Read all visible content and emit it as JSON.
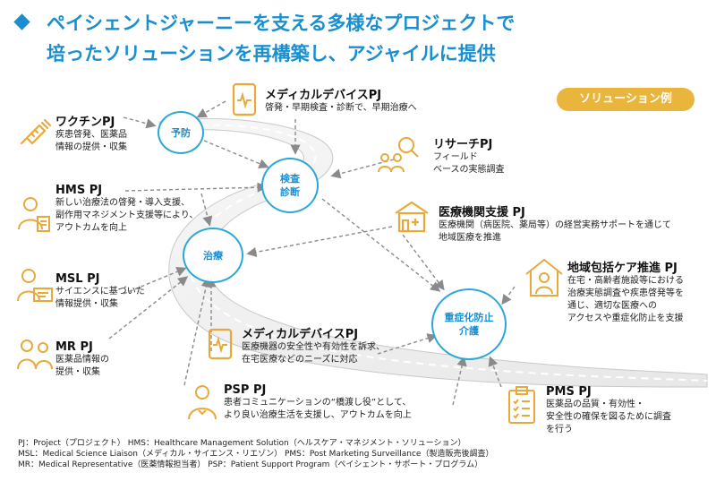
{
  "title": {
    "line1": "ペイシェントジャーニーを支える多様なプロジェクトで",
    "line2": "培ったソリューションを再構築し、アジャイルに提供"
  },
  "badge": "ソリューション例",
  "nodes": {
    "prevention": "予防",
    "exam": [
      "検査",
      "診断"
    ],
    "treatment": "治療",
    "severe": [
      "重症化防止",
      "介護"
    ]
  },
  "projects": {
    "vaccine": {
      "title": "ワクチンPJ",
      "desc": [
        "疾患啓発、医薬品",
        "情報の提供・収集"
      ]
    },
    "device1": {
      "title": "メディカルデバイスPJ",
      "desc": [
        "啓発・早期検査・診断で、早期治療へ"
      ]
    },
    "research": {
      "title": "リサーチPJ",
      "desc": [
        "フィールド",
        "ベースの実態調査"
      ]
    },
    "hms": {
      "title": "HMS PJ",
      "desc": [
        "新しい治療法の啓発・導入支援、",
        "副作用マネジメント支援等により、",
        "アウトカムを向上"
      ]
    },
    "hospital": {
      "title": "医療機関支援 PJ",
      "desc": [
        "医療機関（病医院、薬局等）の経営実務サポートを通じて",
        "地域医療を推進"
      ]
    },
    "community": {
      "title": "地域包括ケア推進 PJ",
      "desc": [
        "在宅・高齢者施設等における",
        "治療実態調査や疾患啓発等を",
        "通じ、適切な医療への",
        "アクセスや重症化防止を支援"
      ]
    },
    "msl": {
      "title": "MSL PJ",
      "desc": [
        "サイエンスに基づいた",
        "情報提供・収集"
      ]
    },
    "device2": {
      "title": "メディカルデバイスPJ",
      "desc": [
        "医療機器の安全性や有効性を訴求、",
        "在宅医療などのニーズに対応"
      ]
    },
    "mr": {
      "title": "MR PJ",
      "desc": [
        "医薬品情報の",
        "提供・収集"
      ]
    },
    "psp": {
      "title": "PSP PJ",
      "desc": [
        "患者コミュニケーションの“橋渡し役”として、",
        "より良い治療生活を支援し、アウトカムを向上"
      ]
    },
    "pms": {
      "title": "PMS PJ",
      "desc": [
        "医薬品の品質・有効性・",
        "安全性の確保を図るために調査",
        "を行う"
      ]
    }
  },
  "footer": [
    "PJ：Project（プロジェクト）  HMS：Healthcare Management Solution（ヘルスケア・マネジメント・ソリューション）",
    "MSL：Medical Science Liaison（メディカル・サイエンス・リエゾン）  PMS：Post Marketing Surveillance（製造販売後調査）",
    "MR：Medical Representative（医薬情報担当者）  PSP：Patient Support Program（ペイシェント・サポート・プログラム）"
  ],
  "colors": {
    "accent": "#1a8fd0",
    "node_border": "#2aa7d8",
    "icon": "#e9a93a",
    "badge": "#e9b53c",
    "arrow": "#888888"
  }
}
